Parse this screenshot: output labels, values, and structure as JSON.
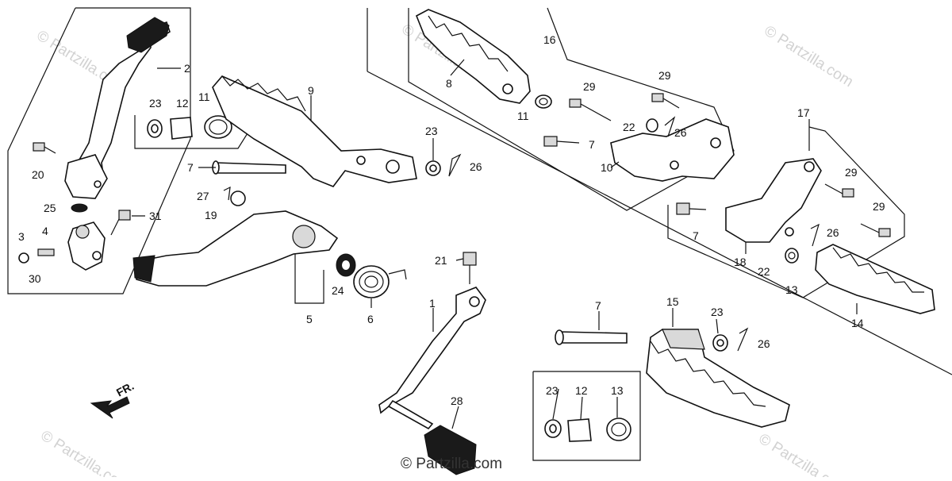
{
  "watermark": {
    "text": "© Partzilla.com",
    "bottom_text": "© Partzilla.com"
  },
  "direction_label": "FR.",
  "callouts": {
    "c1": "1",
    "c2": "2",
    "c3": "3",
    "c4": "4",
    "c5": "5",
    "c6": "6",
    "c7": "7",
    "c8": "8",
    "c9": "9",
    "c10": "10",
    "c11": "11",
    "c12": "12",
    "c13": "13",
    "c14": "14",
    "c15": "15",
    "c16": "16",
    "c17": "17",
    "c18": "18",
    "c19": "19",
    "c20": "20",
    "c21": "21",
    "c22": "22",
    "c23": "23",
    "c24": "24",
    "c25": "25",
    "c26": "26",
    "c27": "27",
    "c28": "28",
    "c29": "29",
    "c30": "30",
    "c31": "31"
  }
}
